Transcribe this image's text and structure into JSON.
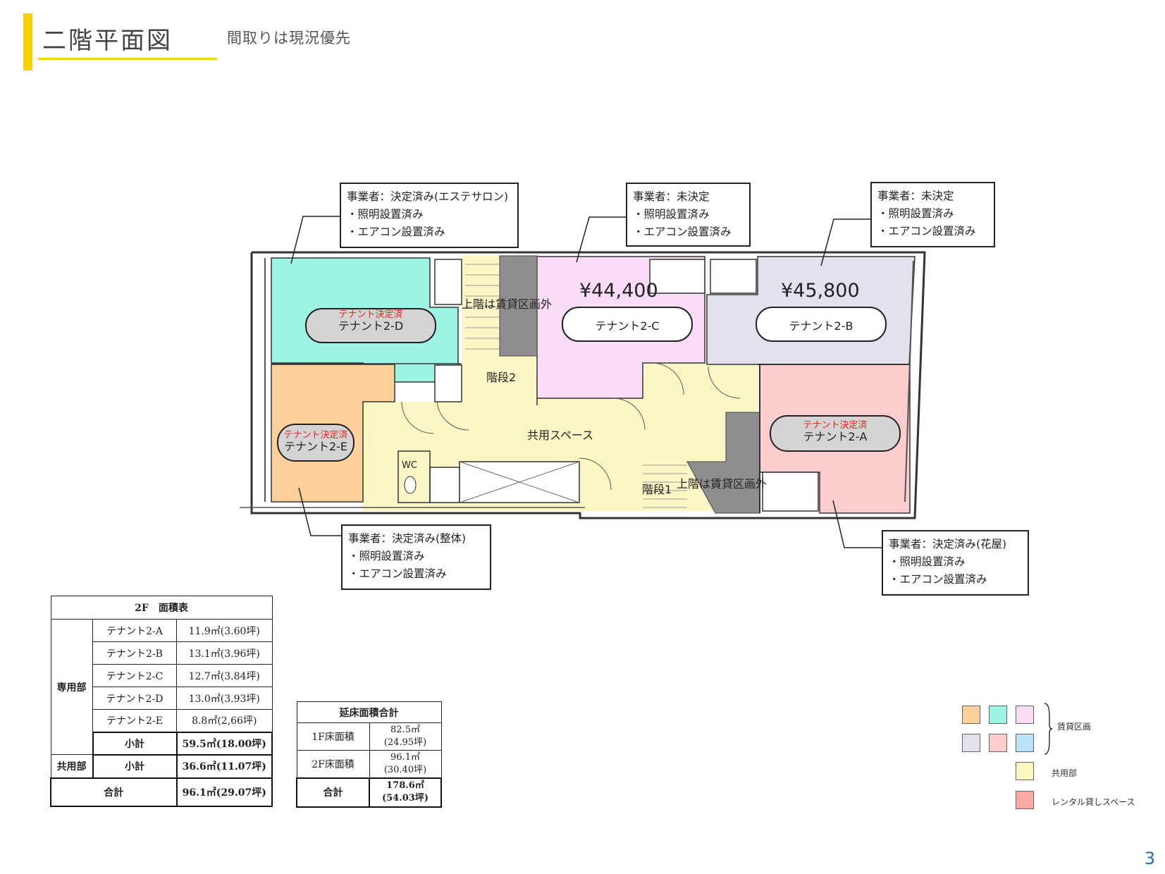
{
  "header": {
    "title": "二階平面図",
    "subtitle": "間取りは現況優先",
    "accent_color": "#f6d200"
  },
  "plan": {
    "rooms": [
      {
        "id": "2-D",
        "label": "テナント2-D",
        "status": "テナント決定済",
        "color": "#9cf5e4"
      },
      {
        "id": "2-E",
        "label": "テナント2-E",
        "status": "テナント決定済",
        "color": "#fdd09a"
      },
      {
        "id": "2-C",
        "label": "テナント2-C",
        "status": "",
        "price": "¥44,400",
        "color": "#fbdcf6"
      },
      {
        "id": "2-B",
        "label": "テナント2-B",
        "status": "",
        "price": "¥45,800",
        "color": "#e2e2ee"
      },
      {
        "id": "2-A",
        "label": "テナント2-A",
        "status": "テナント決定済",
        "color": "#fdcccc"
      }
    ],
    "common_color": "#fbf6c4",
    "labels": {
      "common_space": "共用スペース",
      "stairs1": "階段1",
      "stairs2": "階段2",
      "wc": "WC",
      "upper_floor_note": "上階は賃貸区画外"
    }
  },
  "callouts": [
    {
      "id": "d",
      "lines": [
        "事業者：決定済み(エステサロン)",
        "・照明設置済み",
        "・エアコン設置済み"
      ]
    },
    {
      "id": "c",
      "lines": [
        "事業者：未決定",
        "・照明設置済み",
        "・エアコン設置済み"
      ]
    },
    {
      "id": "b",
      "lines": [
        "事業者：未決定",
        "・照明設置済み",
        "・エアコン設置済み"
      ]
    },
    {
      "id": "e",
      "lines": [
        "事業者：決定済み(整体)",
        "・照明設置済み",
        "・エアコン設置済み"
      ]
    },
    {
      "id": "a",
      "lines": [
        "事業者：決定済み(花屋)",
        "・照明設置済み",
        "・エアコン設置済み"
      ]
    }
  ],
  "area_table": {
    "title": "2F　面積表",
    "private_label": "専用部",
    "common_label": "共用部",
    "rows": [
      {
        "name": "テナント2-A",
        "area": "11.9㎡(3.60坪)"
      },
      {
        "name": "テナント2-B",
        "area": "13.1㎡(3.96坪)"
      },
      {
        "name": "テナント2-C",
        "area": "12.7㎡(3.84坪)"
      },
      {
        "name": "テナント2-D",
        "area": "13.0㎡(3.93坪)"
      },
      {
        "name": "テナント2-E",
        "area": "8.8㎡(2,66坪)"
      }
    ],
    "subtotal_label": "小計",
    "private_subtotal": "59.5㎡(18.00坪)",
    "common_subtotal": "36.6㎡(11.07坪)",
    "total_label": "合計",
    "total": "96.1㎡(29.07坪)"
  },
  "floor_table": {
    "title": "延床面積合計",
    "rows": [
      {
        "name": "1F床面積",
        "area": "82.5㎡",
        "tsubo": "(24.95坪)"
      },
      {
        "name": "2F床面積",
        "area": "96.1㎡",
        "tsubo": "(30.40坪)"
      }
    ],
    "total_label": "合計",
    "total_area": "178.6㎡",
    "total_tsubo": "(54.03坪)"
  },
  "legend": {
    "rental_label": "賃貸区画",
    "common_label": "共用部",
    "rental_space_label": "レンタル貸しスペース",
    "rental_colors": [
      "#fdd09a",
      "#9cf5e4",
      "#fbdcf6",
      "#e2e2ee",
      "#fdcccc",
      "#bde2fb"
    ],
    "common_color": "#fbf6c4",
    "rental_space_color": "#fdaaa3"
  },
  "page_number": "3"
}
